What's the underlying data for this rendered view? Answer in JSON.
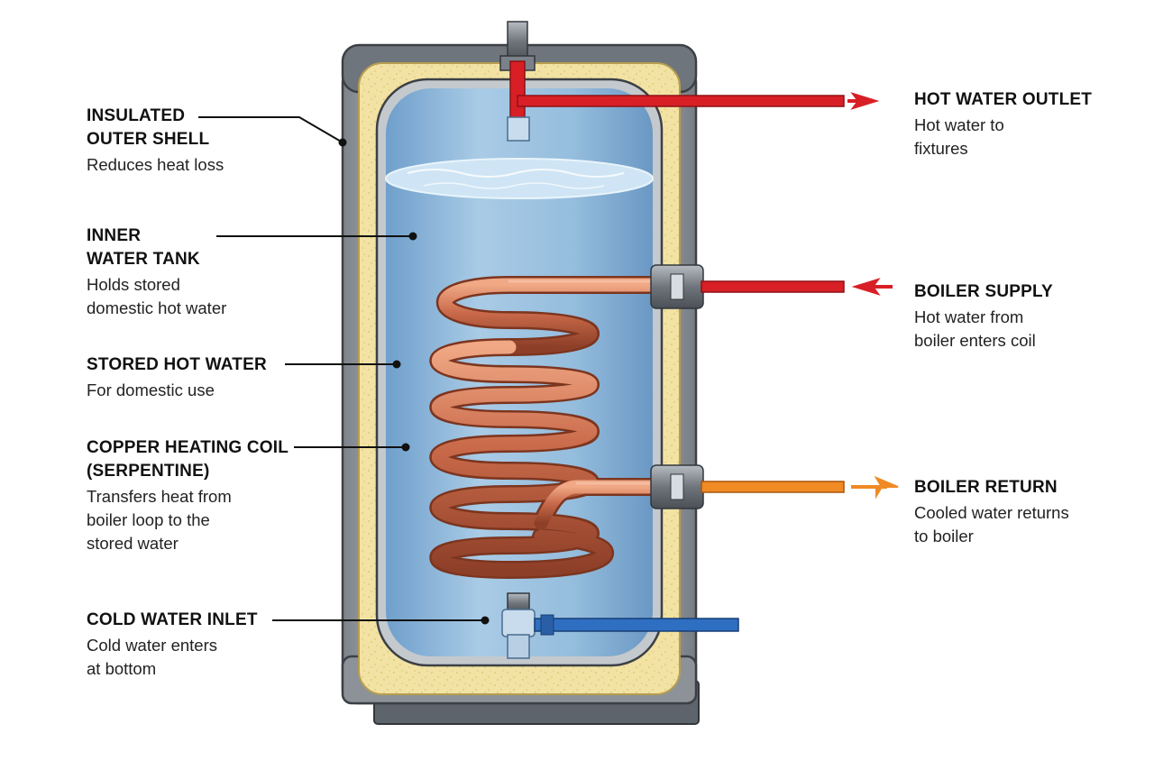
{
  "colors": {
    "hot": "#d81f26",
    "cold": "#2f6fc2",
    "return": "#f08a24",
    "copper": "#c96a4a",
    "insulation": "#f2e3a4",
    "water": "#8fb9dc",
    "shell": "#9aa0a6"
  },
  "labels_left": {
    "shell": {
      "title": [
        "INSULATED",
        "OUTER SHELL"
      ],
      "desc": [
        "Reduces heat loss"
      ]
    },
    "tank": {
      "title": [
        "INNER",
        "WATER TANK"
      ],
      "desc": [
        "Holds stored",
        "domestic hot water"
      ]
    },
    "water": {
      "title": [
        "STORED HOT WATER"
      ],
      "desc": [
        "For domestic use"
      ]
    },
    "coil": {
      "title": [
        "COPPER HEATING COIL",
        "(SERPENTINE)"
      ],
      "desc": [
        "Transfers heat from",
        "boiler loop to the",
        "stored water"
      ]
    },
    "inlet": {
      "title": [
        "COLD WATER INLET"
      ],
      "desc": [
        "Cold water enters",
        "at bottom"
      ]
    }
  },
  "labels_right": {
    "outlet": {
      "title": [
        "HOT WATER OUTLET"
      ],
      "desc": [
        "Hot water to",
        "fixtures"
      ]
    },
    "supply": {
      "title": [
        "BOILER SUPPLY"
      ],
      "desc": [
        "Hot water from",
        "boiler enters coil"
      ]
    },
    "return": {
      "title": [
        "BOILER RETURN"
      ],
      "desc": [
        "Cooled water returns",
        "to boiler"
      ]
    }
  }
}
